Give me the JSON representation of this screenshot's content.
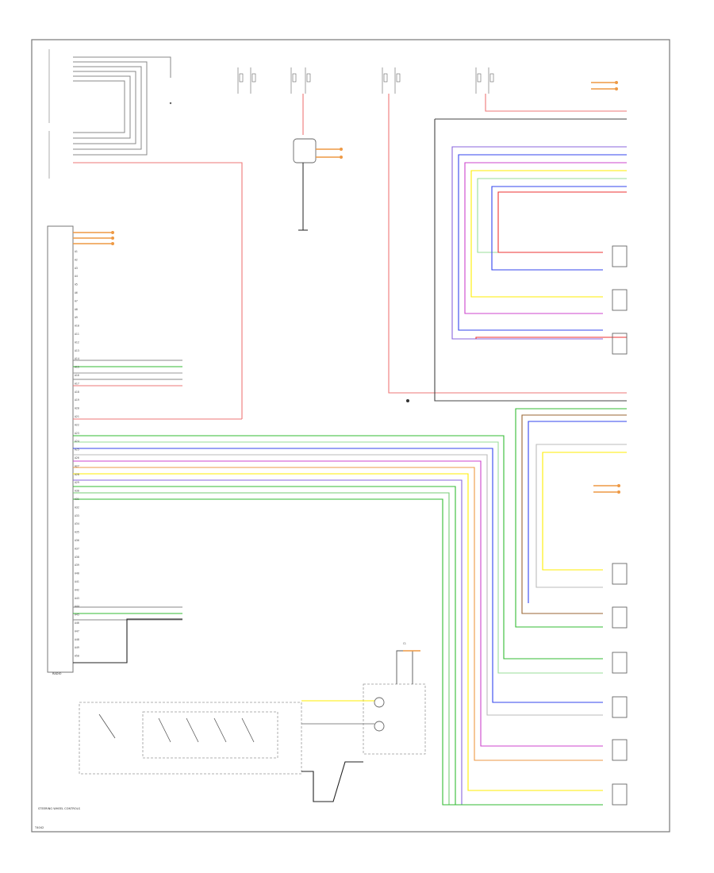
{
  "labels": {
    "main_unit_pins": [
      "A1",
      "A2",
      "A3",
      "A4",
      "A5",
      "A6",
      "A7",
      "A8",
      "A9",
      "A10",
      "A11",
      "A12",
      "A13",
      "A14",
      "A15",
      "A16",
      "A17",
      "A18",
      "A19",
      "A20",
      "A21",
      "A22",
      "A23",
      "A24",
      "A25",
      "A26",
      "A27",
      "A28",
      "A29",
      "A30",
      "A31",
      "A32",
      "A33",
      "A34",
      "A35",
      "A36",
      "A37",
      "A38",
      "A39",
      "A40",
      "A41",
      "A42",
      "A43",
      "A44",
      "A45",
      "A46",
      "A47",
      "A48",
      "A49",
      "A50"
    ],
    "main_unit_name": "RADIO",
    "speaker_unit_name": "STEERING WHEEL CONTROLS",
    "connector_label": "C1",
    "footer_code": "T4042",
    "wire_colors": [
      {
        "name": "RED",
        "hex": "#ee3333"
      },
      {
        "name": "BLU",
        "hex": "#3344ee"
      },
      {
        "name": "GRN",
        "hex": "#33bb33"
      },
      {
        "name": "YEL",
        "hex": "#ffee00"
      },
      {
        "name": "VIO",
        "hex": "#cc44cc"
      },
      {
        "name": "BRN",
        "hex": "#996633"
      },
      {
        "name": "ORG",
        "hex": "#ff8800"
      },
      {
        "name": "BLK",
        "hex": "#222222"
      },
      {
        "name": "GRY",
        "hex": "#888888"
      }
    ]
  }
}
